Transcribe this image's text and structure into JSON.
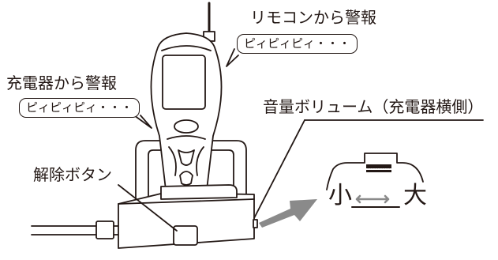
{
  "labels": {
    "remote_alarm": "リモコンから警報",
    "remote_sound": "ピィピィピィ・・・",
    "charger_alarm": "充電器から警報",
    "charger_sound": "ピィピィピィ・・・",
    "volume": "音量ボリューム（充電器横側）",
    "release_button": "解除ボタン",
    "volume_small": "小",
    "volume_large": "大"
  }
}
